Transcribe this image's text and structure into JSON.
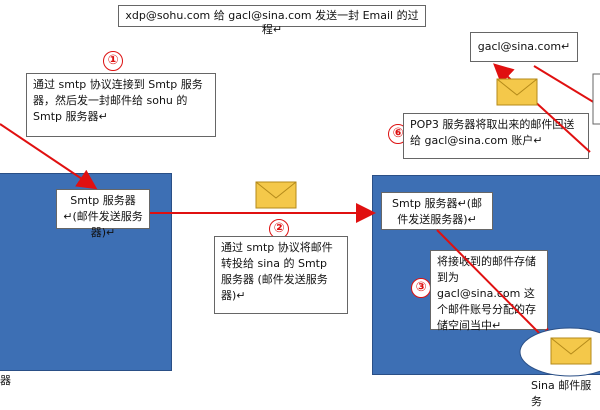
{
  "title": "xdp@sohu.com 给 gacl@sina.com 发送一封 Email 的过程↵",
  "step1": {
    "num": "①",
    "text": "通过 smtp 协议连接到 Smtp 服务器，然后发一封邮件给 sohu 的 Smtp 服务器↵"
  },
  "left_server": {
    "label": "Smtp 服务器↵(邮件发送服务器)↵",
    "bottom_char": "器"
  },
  "step2": {
    "num": "②",
    "text": "通过 smtp 协议将邮件转投给 sina 的 Smtp 服务器 (邮件发送服务器)↵"
  },
  "right_server": {
    "label": "Smtp 服务器↵(邮件发送服务器)↵",
    "footer": "Sina 邮件服务"
  },
  "step3": {
    "num": "③",
    "text": "将接收到的邮件存储到为 gacl@sina.com 这个邮件账号分配的存储空间当中↵"
  },
  "step6": {
    "num": "⑥",
    "text": "POP3 服务器将取出来的邮件回送给 gacl@sina.com 账户↵"
  },
  "account_box": "gacl@sina.com↵",
  "colors": {
    "server_blue": "#3d6fb4",
    "arrow_red": "#e01010",
    "envelope": "#f4c84a"
  }
}
